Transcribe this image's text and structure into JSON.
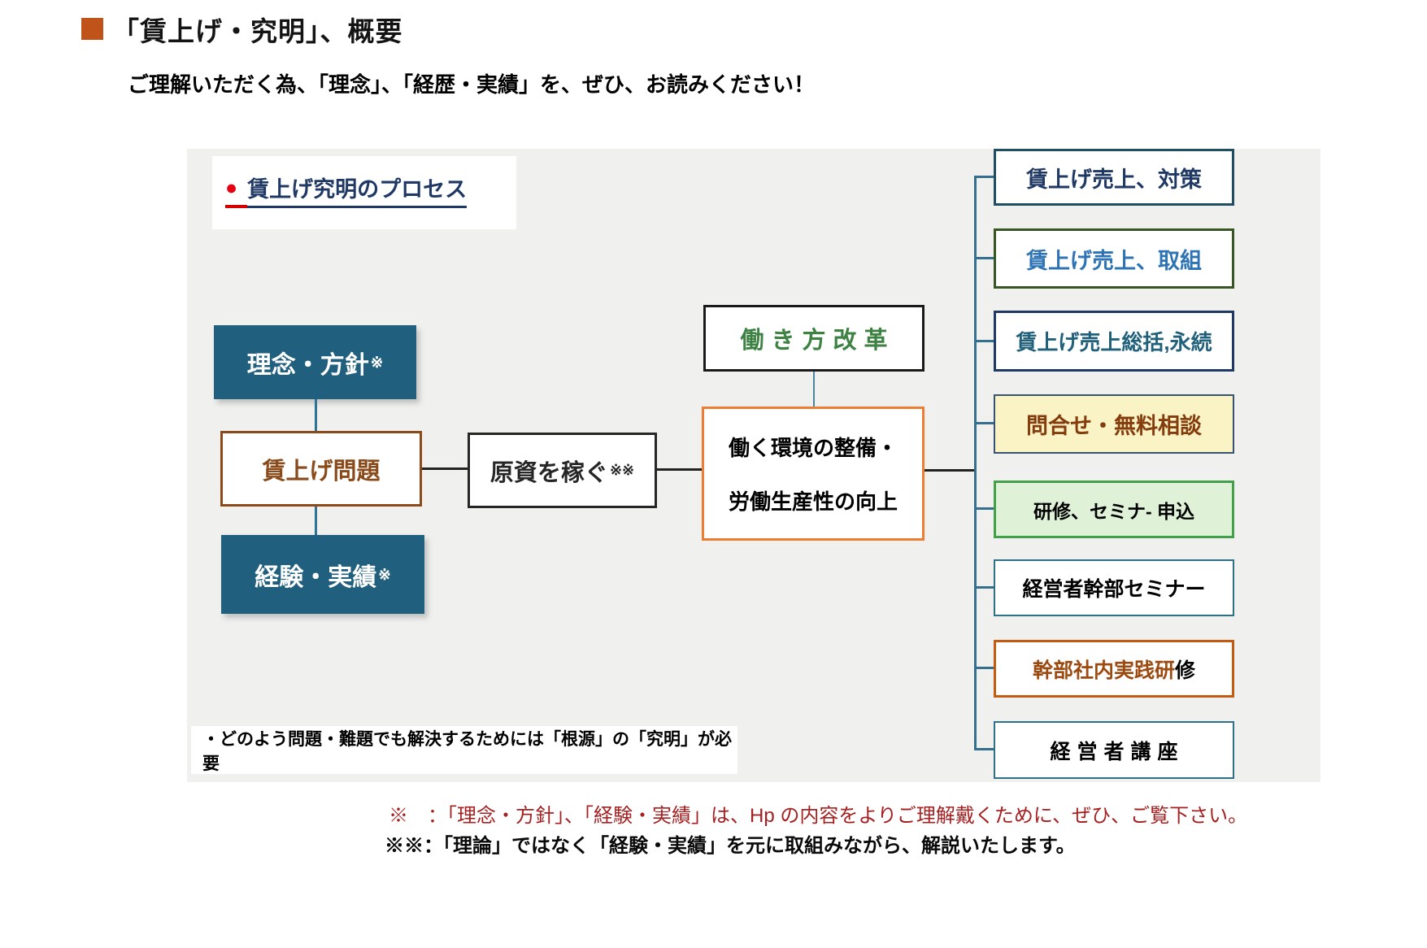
{
  "header": {
    "title": "「賃上げ・究明」、概要",
    "subtitle": "ご理解いただく為、「理念」、「経歴・実績」を、ぜひ、お読みください！"
  },
  "diagram": {
    "process_bullet": "●",
    "process_label": "賃上げ究明のプロセス",
    "left_boxes": [
      {
        "label": "理念・方針",
        "mark": "※"
      },
      {
        "label": "賃上げ問題"
      },
      {
        "label": "経験・実績",
        "mark": "※"
      }
    ],
    "center_boxes": {
      "resource": {
        "label": "原資を稼ぐ",
        "mark": "※※"
      },
      "workstyle": {
        "label": "働き方改革"
      },
      "environment": {
        "line1": "働く環境の整備・",
        "line2": "労働生産性の向上"
      }
    },
    "right_boxes": [
      {
        "label": "賃上げ売上、対策"
      },
      {
        "label": "賃上げ売上、取組"
      },
      {
        "label": "賃上げ売上総括,永続"
      },
      {
        "label": "問合せ・無料相談"
      },
      {
        "label": "研修、セミナ- 申込"
      },
      {
        "label": "経営者幹部セミナー"
      },
      {
        "label": "幹部社内実践研",
        "suffix": "修"
      },
      {
        "label": "経営者講座"
      }
    ],
    "note": "・どのよう問題・難題でも解決するためには「根源」の「究明」が必要"
  },
  "footnotes": {
    "line1": "※　：「理念・方針」、「経験・実績」は、Hp の内容をよりご理解戴くために、ぜひ、ご覧下さい。",
    "line2": "※※：「理論」ではなく「経験・実績」を元に取組みながら、解説いたします。"
  },
  "colors": {
    "accent_square": "#C0531A",
    "teal_fill": "#205F7D",
    "brown_text": "#8A4A1A",
    "navy_text": "#1F3864",
    "green_text": "#3E8243",
    "link_blue_text": "#2E74B5",
    "orange_border": "#ED7D31",
    "yellow_fill": "#FAF3C6",
    "green_fill": "#DFF2D8",
    "footnote_red": "#A52020",
    "panel_gray": "#F0F0EF"
  }
}
